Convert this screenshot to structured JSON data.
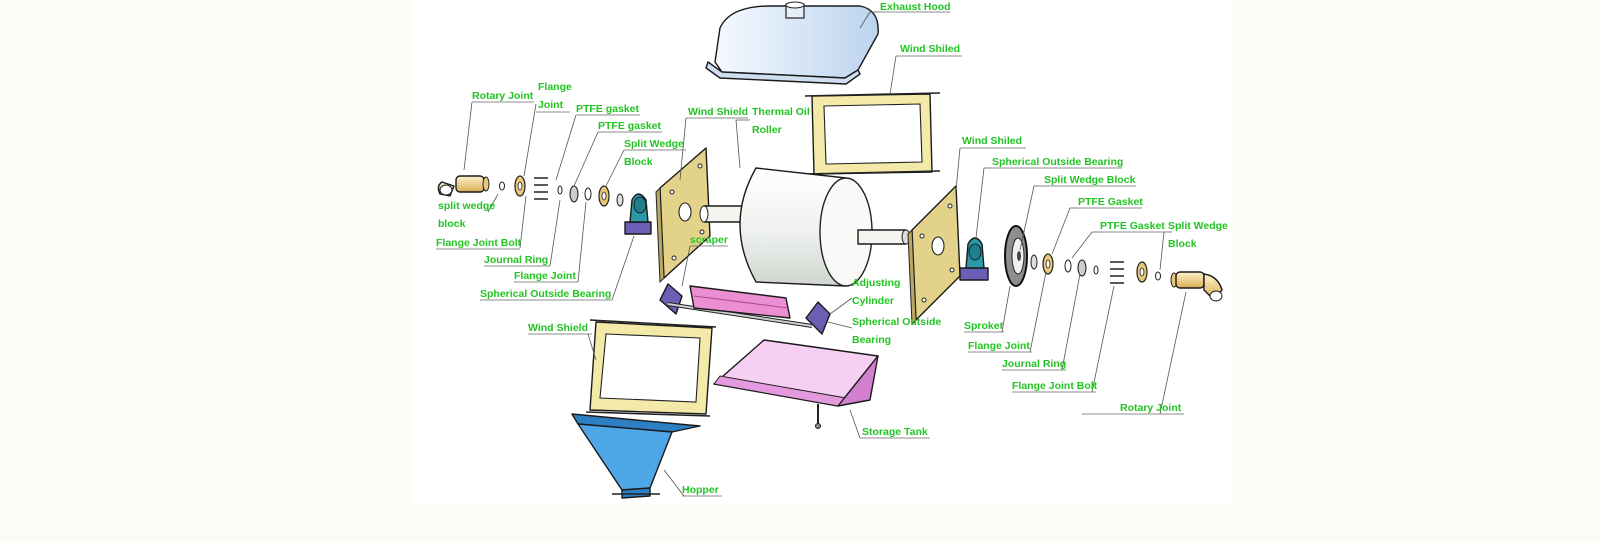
{
  "labels": {
    "exhaust_hood": "Exhaust Hood",
    "wind_shield_top": "Wind Shiled",
    "rotary_joint_left": "Rotary Joint",
    "flange_joint_top_1": "Flange",
    "flange_joint_top_2": "Joint",
    "ptfe_gasket_1": "PTFE gasket",
    "ptfe_gasket_2": "PTFE gasket",
    "split_wedge_block_left_1": "Split Wedge",
    "split_wedge_block_left_2": "Block",
    "wind_shield_left": "Wind Shield",
    "thermal_oil_roller_1": "Thermal Oil",
    "thermal_oil_roller_2": "Roller",
    "wind_shield_right": "Wind Shiled",
    "spherical_bearing_right_top": "Spherical Outside Bearing",
    "split_wedge_block_right": "Split Wedge Block",
    "ptfe_gasket_right_1": "PTFE Gasket",
    "ptfe_gasket_right_2": "PTFE Gasket",
    "split_wedge_block_far_1": "Split Wedge",
    "split_wedge_block_far_2": "Block",
    "split_wedge_block_small_1": "split wedge",
    "split_wedge_block_small_2": "block",
    "flange_joint_bolt_left": "Flange Joint Bolt",
    "journal_ring_left": "Journal Ring",
    "flange_joint_left": "Flange Joint",
    "spherical_bearing_left": "Spherical Outside Bearing",
    "scraper": "scraper",
    "adjusting_cylinder_1": "Adjusting",
    "adjusting_cylinder_2": "Cylinder",
    "spherical_bearing_bottom_1": "Spherical Outside",
    "spherical_bearing_bottom_2": "Bearing",
    "wind_shield_bottom": "Wind Shield",
    "storage_tank": "Storage Tank",
    "hopper": "Hopper",
    "sproket": "Sproket",
    "flange_joint_right": "Flange Joint",
    "journal_ring_right": "Journal Ring",
    "flange_joint_bolt_right": "Flange Joint Bolt",
    "rotary_joint_right": "Rotary Joint"
  },
  "colors": {
    "label_green": "#22c422",
    "hood_blue": "#dce9f6",
    "shield_yellow": "#efe3a0",
    "plate_yellow": "#e3d28a",
    "roller_white": "#f4f6f4",
    "bearing_teal": "#2a9aa8",
    "hopper_blue": "#4ea6e6",
    "tank_pink": "#f3b8f0",
    "scraper_pink": "#ec8fd2",
    "joint_gold": "#e8c77a"
  }
}
